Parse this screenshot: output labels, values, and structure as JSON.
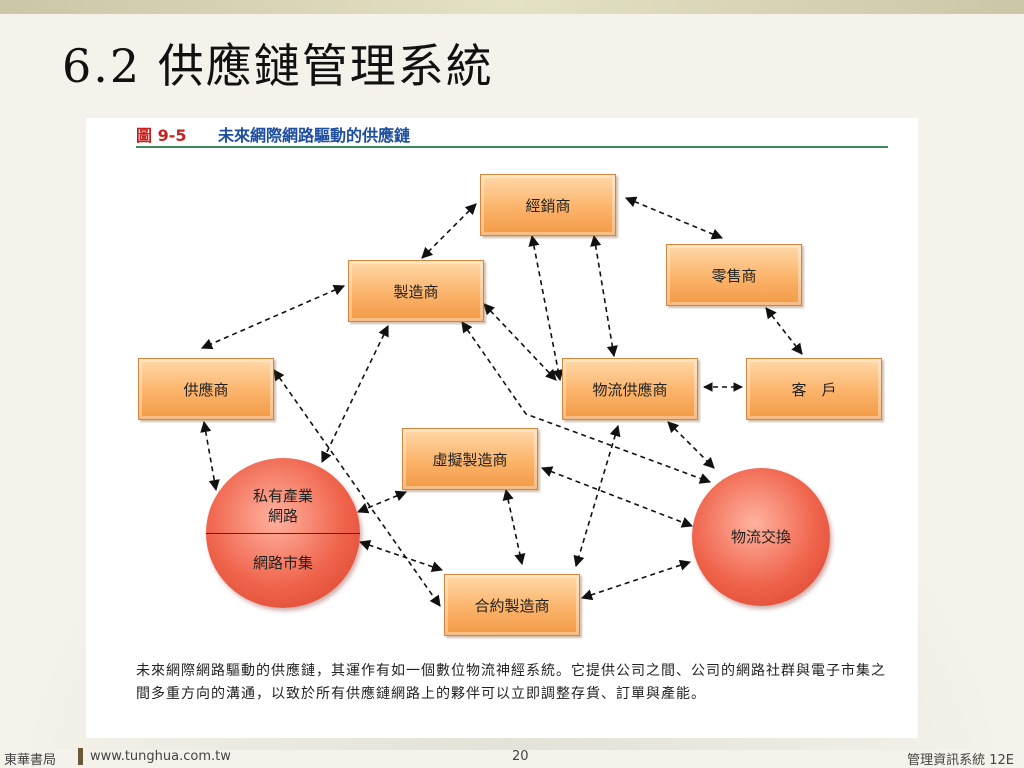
{
  "slide": {
    "title": "6.2 供應鏈管理系統"
  },
  "figure": {
    "label": "圖 9-5",
    "title": "未來網際網路驅動的供應鏈",
    "nodes": {
      "distributor": "經銷商",
      "retailer": "零售商",
      "manufacturer": "製造商",
      "supplier": "供應商",
      "logistics_provider": "物流供應商",
      "customer": "客　戶",
      "virtual_manufacturer": "虛擬製造商",
      "contract_manufacturer": "合約製造商"
    },
    "circles": {
      "private_network_line1": "私有產業",
      "private_network_line2": "網路",
      "net_marketplace": "網路市集",
      "logistics_exchange": "物流交換"
    },
    "caption": "未來網際網路驅動的供應鏈，其運作有如一個數位物流神經系統。它提供公司之間、公司的網路社群與電子市集之間多重方向的溝通，以致於所有供應鏈網路上的夥伴可以立即調整存貨、訂單與產能。"
  },
  "footer": {
    "publisher": "東華書局",
    "url": "www.tunghua.com.tw",
    "page_number": "20",
    "book": "管理資訊系統 12E"
  },
  "colors": {
    "node_fill": "#f7a75a",
    "circle_fill": "#f0644c",
    "figure_label": "#c8201e",
    "figure_title": "#1d4ea0",
    "rule": "#3f8a5a"
  }
}
